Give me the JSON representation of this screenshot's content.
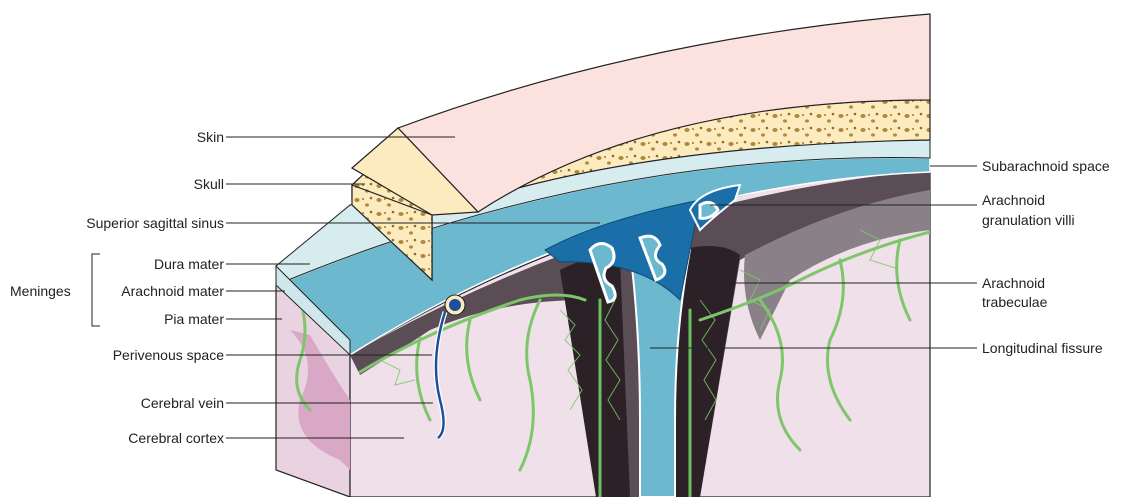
{
  "labels": {
    "skin": "Skin",
    "skull": "Skull",
    "superior_sagittal_sinus": "Superior sagittal sinus",
    "dura_mater": "Dura mater",
    "meninges": "Meninges",
    "arachnoid_mater": "Arachnoid mater",
    "pia_mater": "Pia mater",
    "perivenous_space": "Perivenous space",
    "cerebral_vein": "Cerebral vein",
    "cerebral_cortex": "Cerebral cortex",
    "subarachnoid_space": "Subarachnoid space",
    "arachnoid_granulation_villi_1": "Arachnoid",
    "arachnoid_granulation_villi_2": "granulation villi",
    "arachnoid_trabeculae_1": "Arachnoid",
    "arachnoid_trabeculae_2": "trabeculae",
    "longitudinal_fissure": "Longitudinal fissure"
  },
  "colors": {
    "skin": "#fbe2df",
    "skull": "#fdebc0",
    "skull_pores": "#b08a3c",
    "dura": "#d7ecef",
    "csf": "#6cb8cf",
    "sinus": "#1a6fa8",
    "cortex": "#efe0ea",
    "white_matter": "#f7f0f5",
    "trabeculae_dark": "#3a2e36",
    "pia_green": "#7ec66a",
    "vein": "#1c4f9c"
  }
}
